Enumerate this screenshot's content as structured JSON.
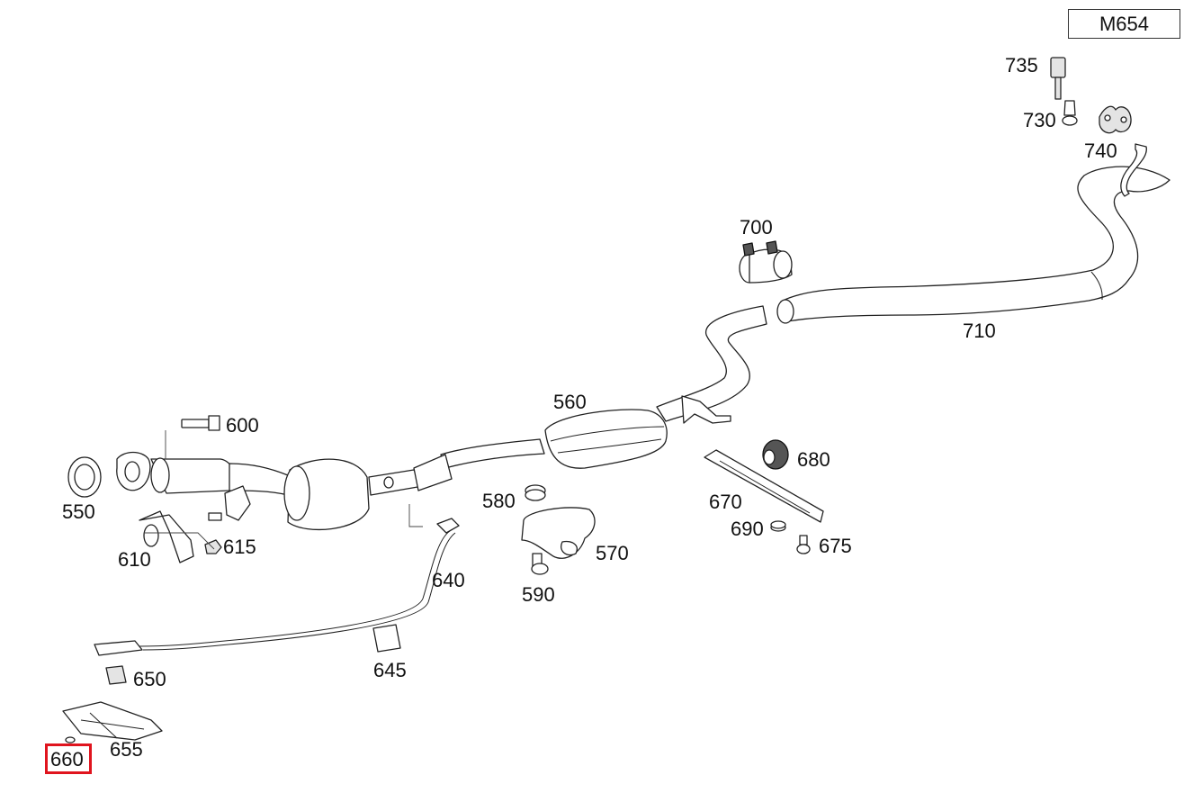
{
  "engine_code": "M654",
  "highlighted_callout": "660",
  "highlight_color": "#e0141e",
  "callouts": {
    "c735": "735",
    "c730": "730",
    "c740": "740",
    "c700": "700",
    "c710": "710",
    "c560": "560",
    "c600": "600",
    "c550": "550",
    "c610": "610",
    "c615": "615",
    "c580": "580",
    "c570": "570",
    "c590": "590",
    "c640": "640",
    "c645": "645",
    "c650": "650",
    "c655": "655",
    "c660": "660",
    "c670": "670",
    "c680": "680",
    "c690": "690",
    "c675": "675"
  }
}
